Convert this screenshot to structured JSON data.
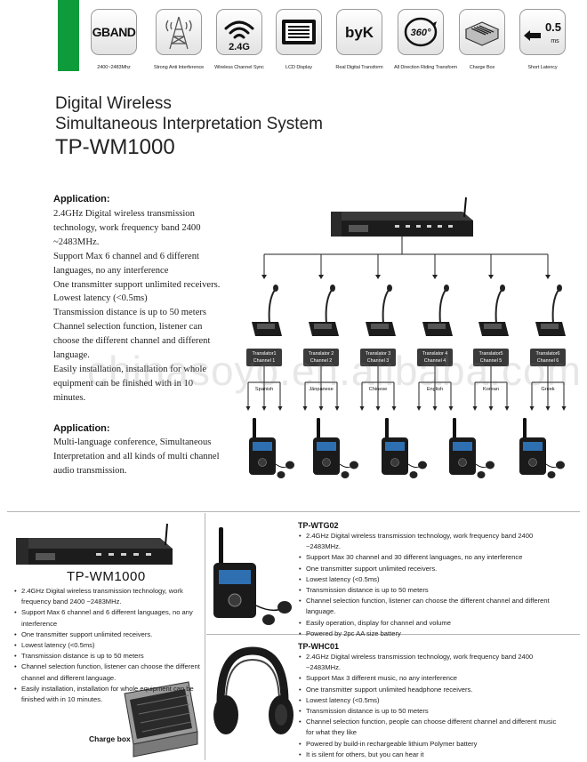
{
  "features": [
    {
      "icon": "gband-icon",
      "tile_text": "GBAND",
      "caption": "2400~2483Mhz"
    },
    {
      "icon": "tower-icon",
      "tile_text": "",
      "caption": "Strong Anti Interference"
    },
    {
      "icon": "wireless-icon",
      "tile_text": "2.4G",
      "caption": "Wireless Channel Sync"
    },
    {
      "icon": "lcd-display-icon",
      "tile_text": "",
      "caption": "LCD Display"
    },
    {
      "icon": "byk-icon",
      "tile_text": "byK",
      "caption": "Real Digital Transform"
    },
    {
      "icon": "360-icon",
      "tile_text": "360°",
      "caption": "All Direction Riding Transform"
    },
    {
      "icon": "charge-box-icon",
      "tile_text": "",
      "caption": "Charge Box"
    },
    {
      "icon": "latency-icon",
      "tile_text": "0.5",
      "tile_unit": "ms",
      "caption": "Short Latency"
    }
  ],
  "title": {
    "line1": "Digital Wireless",
    "line2": "Simultaneous Interpretation System",
    "model": "TP-WM1000"
  },
  "application1": {
    "heading": "Application:",
    "text": "2.4GHz Digital wireless transmission\ntechnology, work frequency band 2400\n~2483MHz.\nSupport Max 6 channel and 6 different\nlanguages, no any interference\nOne transmitter support unlimited receivers.\nLowest latency (<0.5ms)\nTransmission distance is up to 50 meters\nChannel selection function, listener can\nchoose the different channel and different\nlanguage.\nEasily installation, installation for whole\nequipment can be finished with in 10\nminutes."
  },
  "application2": {
    "heading": "Application:",
    "text": " Multi-language conference, Simultaneous\nInterpretation and all kinds of multi channel\naudio transmission."
  },
  "watermark": "chinasoyo.en.alibaba.com",
  "diagram": {
    "translators": [
      {
        "line1": "Translator1",
        "line2": "Channel 1",
        "language": "Spanish"
      },
      {
        "line1": "Translator 2",
        "line2": "Channel 2",
        "language": "Jānpanese"
      },
      {
        "line1": "Translator 3",
        "line2": "Channel 3",
        "language": "Chinese"
      },
      {
        "line1": "Translator 4",
        "line2": "Channel 4",
        "language": "English"
      },
      {
        "line1": "Translator5",
        "line2": "Channel 5",
        "language": "Korean"
      },
      {
        "line1": "Translator6",
        "line2": "Channel 6",
        "language": "Greek"
      }
    ]
  },
  "wm1000": {
    "model": "TP-WM1000",
    "bullets": [
      "2.4GHz Digital wireless transmission technology, work frequency band 2400 ~2483MHz.",
      "Support Max 6 channel and 6 different languages, no any interference",
      "One transmitter support unlimited receivers.",
      "Lowest latency (<0.5ms)",
      "Transmission distance is up to 50 meters",
      "Channel selection function, listener can choose the different channel and different language.",
      "Easily installation, installation for whole equipment can be finished with in 10 minutes."
    ],
    "charge_box": "Charge box"
  },
  "wtg02": {
    "model": "TP-WTG02",
    "bullets": [
      "2.4GHz Digital wireless transmission technology, work frequency band 2400 ~2483MHz.",
      "Support Max 30 channel and 30 different languages, no any interference",
      "One transmitter support unlimited receivers.",
      "Lowest latency (<0.5ms)",
      "Transmission distance is up to 50 meters",
      "Channel selection function, listener can choose the different channel and different language.",
      "Easily operation,  display for channel and volume",
      "Powered by 2pc AA size battery"
    ]
  },
  "whc01": {
    "model": "TP-WHC01",
    "bullets": [
      "2.4GHz Digital wireless transmission technology, work frequency band 2400 ~2483MHz.",
      "Support Max 3 different music, no any interference",
      "One transmitter support unlimited headphone receivers.",
      "Lowest latency (<0.5ms)",
      "Transmission distance is up to 50 meters",
      "Channel selection function, people can choose different channel and different music for what they like",
      "Powered by build-in rechargeable lithium Polymer battery",
      "It is silent for others, but you can hear it"
    ]
  },
  "colors": {
    "accent_green": "#0e9b3c",
    "device_dark": "#1c1c1c",
    "label_bg": "#3a3a3a"
  }
}
